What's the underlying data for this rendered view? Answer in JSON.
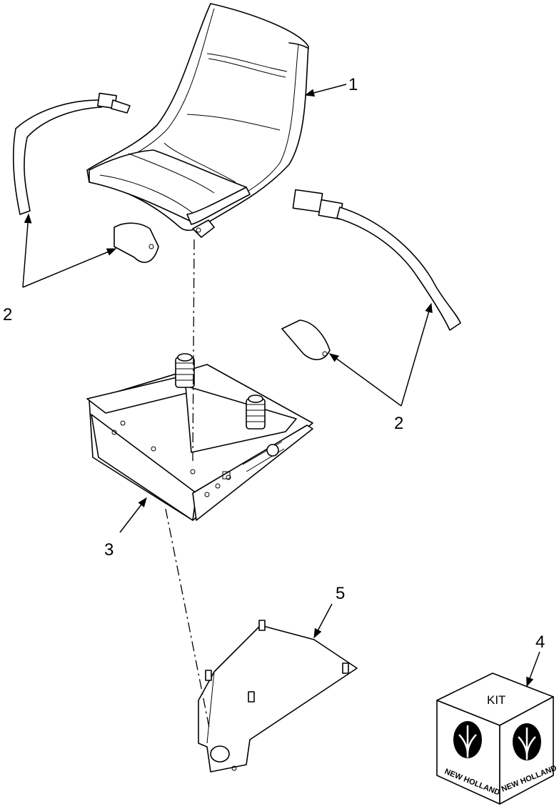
{
  "callouts": {
    "seat": "1",
    "belt_left": "2",
    "belt_right": "2",
    "suspension": "3",
    "kit": "4",
    "bracket": "5"
  },
  "kit_box": {
    "label": "KIT",
    "brand_left": "NEW HOLLAND",
    "brand_right": "NEW HOLLAND"
  }
}
